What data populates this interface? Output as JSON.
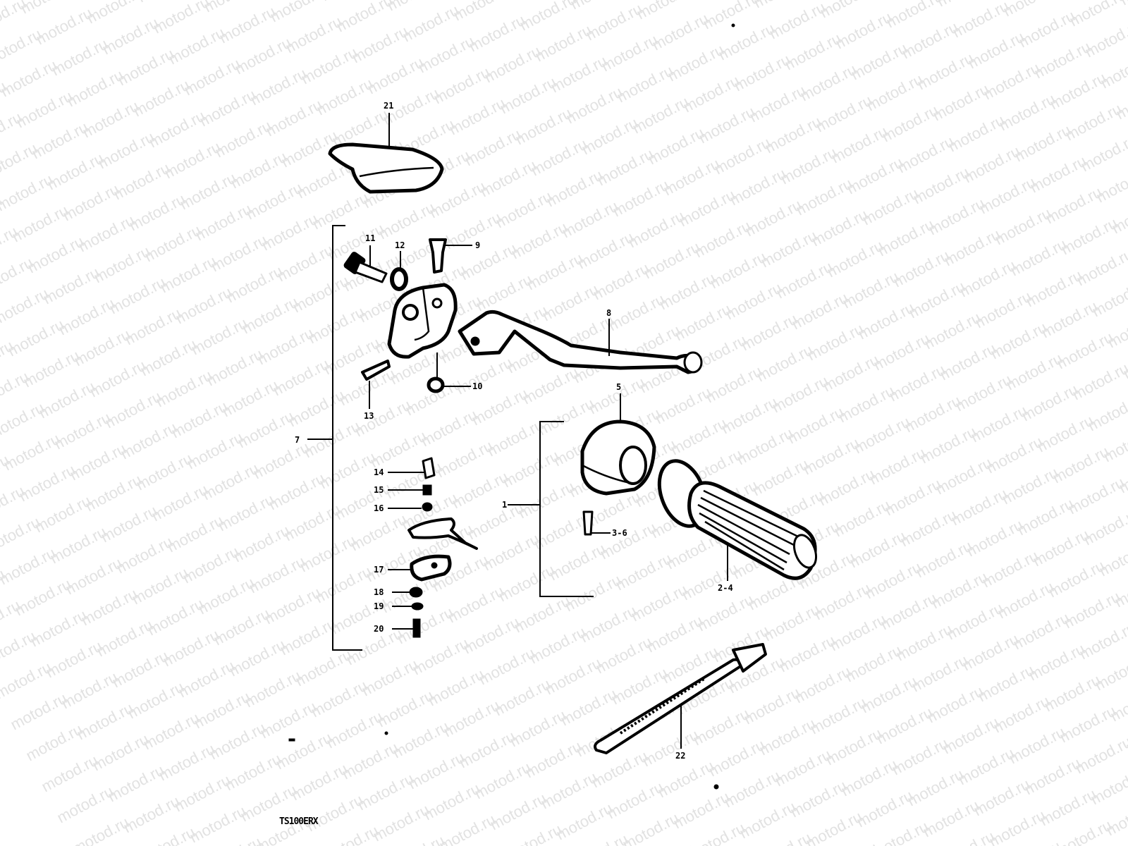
{
  "watermark": "motod.ru",
  "model_code": "TS100ERX",
  "callouts": {
    "c1": "1",
    "c2_4": "2-4",
    "c3_6": "3-6",
    "c5": "5",
    "c7": "7",
    "c8": "8",
    "c9": "9",
    "c10": "10",
    "c11": "11",
    "c12": "12",
    "c13": "13",
    "c14": "14",
    "c15": "15",
    "c16": "16",
    "c17": "17",
    "c18": "18",
    "c19": "19",
    "c20": "20",
    "c21": "21",
    "c22": "22"
  }
}
